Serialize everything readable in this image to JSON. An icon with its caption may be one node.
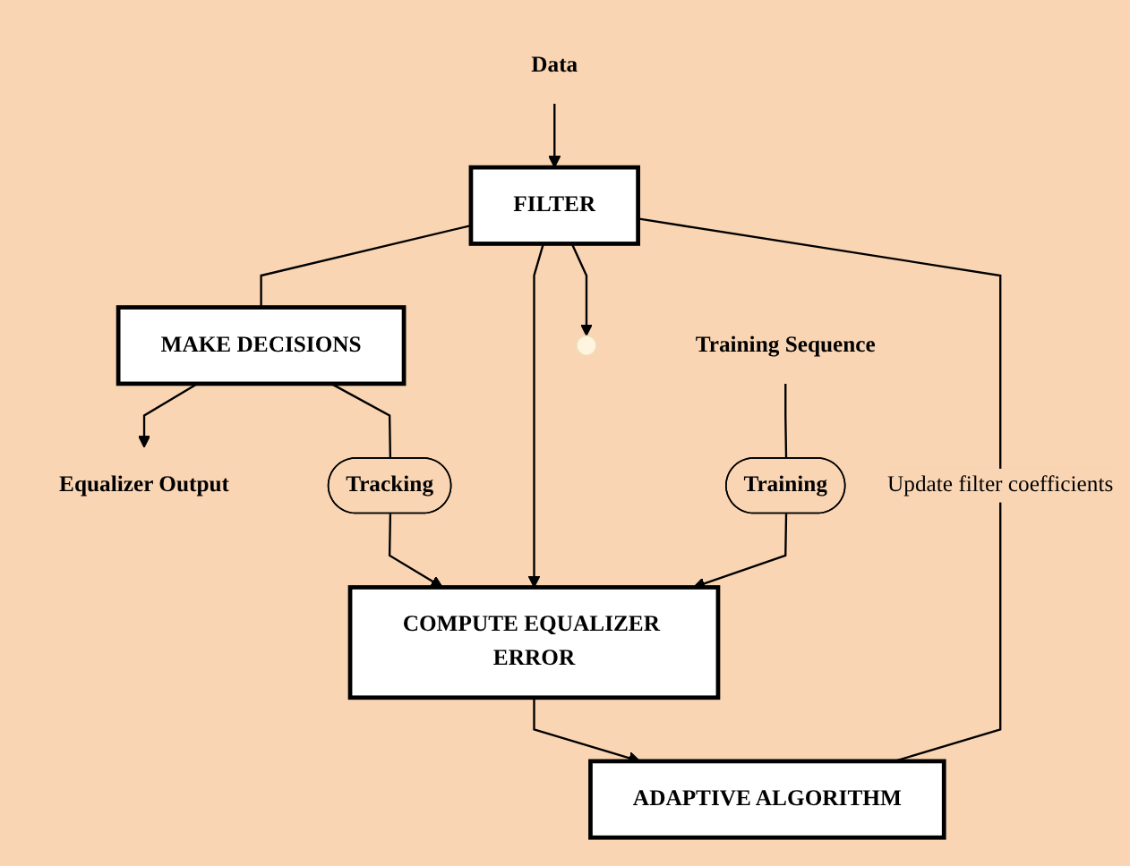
{
  "diagram": {
    "nodes": [
      {
        "text": [
          "Data"
        ]
      },
      {
        "text": [
          "FILTER"
        ]
      },
      {
        "text": [
          "MAKE DECISIONS"
        ]
      },
      {
        "text": [
          "Equalizer Output"
        ]
      },
      {
        "text": [
          "Tracking"
        ]
      },
      {
        "text": [
          "COMPUTE EQUALIZER ERROR"
        ]
      },
      {
        "text": [
          "Training Sequence"
        ]
      },
      {
        "text": [
          "Training"
        ]
      },
      {
        "text": [
          "ADAPTIVE ALGORITHM"
        ]
      }
    ],
    "edges": [
      {
        "from": 0,
        "to": 1,
        "arrow": "to"
      },
      {
        "from": 1,
        "to": null,
        "arrow": "to"
      },
      {
        "from": 1,
        "to": 2,
        "arrow": "none"
      },
      {
        "from": 2,
        "to": 3,
        "arrow": "to"
      },
      {
        "from": 2,
        "to": 4,
        "arrow": "none"
      },
      {
        "from": 4,
        "to": 5,
        "arrow": "to"
      },
      {
        "from": 1,
        "to": 5,
        "arrow": "to"
      },
      {
        "from": 6,
        "to": 7,
        "arrow": "none"
      },
      {
        "from": 7,
        "to": 5,
        "arrow": "to"
      },
      {
        "from": 5,
        "to": 8,
        "arrow": "to"
      },
      {
        "from": 8,
        "to": 1,
        "arrow": "none",
        "label": "Update filter coefficients"
      }
    ]
  }
}
